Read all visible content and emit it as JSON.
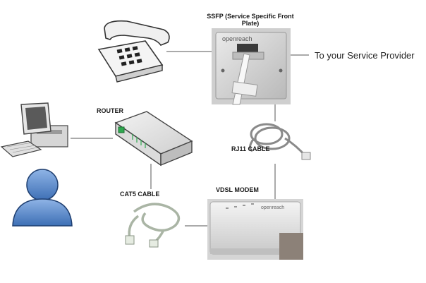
{
  "labels": {
    "ssfp_line1": "SSFP (Service Specific Front",
    "ssfp_line2": "Plate)",
    "router": "ROUTER",
    "rj11": "RJ11 CABLE",
    "cat5": "CAT5 CABLE",
    "vdsl": "VDSL MODEM",
    "provider": "To your Service Provider"
  },
  "branding": {
    "faceplate_brand": "openreach",
    "modem_brand": "openreach"
  },
  "colors": {
    "line": "#555555",
    "user_blue": "#4a7fc6",
    "device_gray": "#d9d9d9",
    "router_green": "#2fa84f"
  }
}
